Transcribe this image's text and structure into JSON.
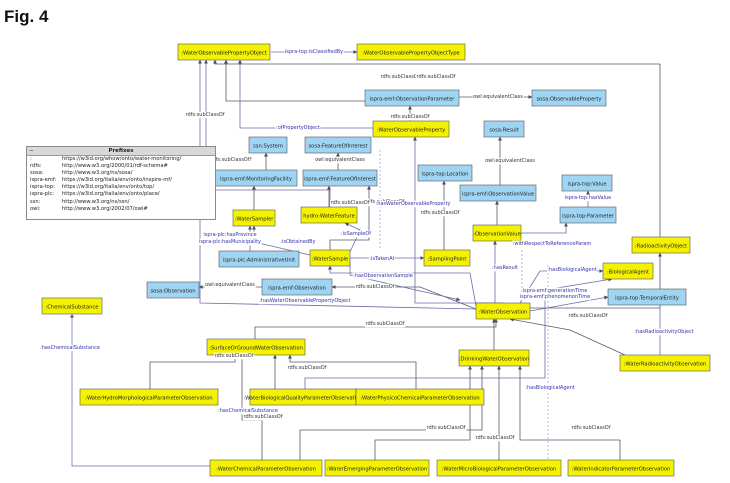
{
  "figure_label": "Fig. 4",
  "prefix_box": {
    "title": "Prefixes",
    "minimize_symbol": "−",
    "rows": [
      {
        "key": ":",
        "uri": "https://w3id.org/whow/onto/water-monitoring/"
      },
      {
        "key": "rdfs:",
        "uri": "http://www.w3.org/2000/01/rdf-schema#"
      },
      {
        "key": "sosa:",
        "uri": "http://www.w3.org/ns/sosa/"
      },
      {
        "key": "ispra-emf:",
        "uri": "https://w3id.org/italia/env/onto/inspire-mf/"
      },
      {
        "key": "ispra-top:",
        "uri": "https://w3id.org/italia/env/onto/top/"
      },
      {
        "key": "ispra-plc:",
        "uri": "https://w3id.org/italia/env/onto/place/"
      },
      {
        "key": "ssn:",
        "uri": "http://www.w3.org/ns/ssn/"
      },
      {
        "key": "owl:",
        "uri": "http://www.w3.org/2002/07/owl#"
      }
    ]
  },
  "colors": {
    "yellow_node": "#f4f200",
    "blue_node": "#9fd5f2",
    "node_border": "#555555",
    "edge": "#5a5a6a",
    "edge_label": "#333333",
    "property_label": "#3333aa"
  },
  "nodes": [
    {
      "id": "wopo",
      "label": ":WaterObservablePropertyObject",
      "kind": "yellow"
    },
    {
      "id": "wopot",
      "label": ":WaterObservablePropertyObjectType",
      "kind": "yellow"
    },
    {
      "id": "obsparam",
      "label": "ispra-emf:ObservationParameter",
      "kind": "blue"
    },
    {
      "id": "sosaop",
      "label": "sosa:ObservableProperty",
      "kind": "blue"
    },
    {
      "id": "wop",
      "label": ":WaterObservableProperty",
      "kind": "yellow"
    },
    {
      "id": "ssnsys",
      "label": "ssn:System",
      "kind": "blue"
    },
    {
      "id": "sosafoi",
      "label": "sosa:FeatureOfInterest",
      "kind": "blue"
    },
    {
      "id": "sosares",
      "label": "sosa:Result",
      "kind": "blue"
    },
    {
      "id": "monfac",
      "label": "ispra-emf:MonitoringFacility",
      "kind": "blue"
    },
    {
      "id": "emffoi",
      "label": "ispra-emf:FeatureOfInterest",
      "kind": "blue"
    },
    {
      "id": "toploc",
      "label": "ispra-top:Location",
      "kind": "blue"
    },
    {
      "id": "topval",
      "label": "ispra-top:Value",
      "kind": "blue"
    },
    {
      "id": "obsval",
      "label": "ispra-emf:ObservationValue",
      "kind": "blue"
    },
    {
      "id": "topparam",
      "label": "ispra-top:Parameter",
      "kind": "blue"
    },
    {
      "id": "wsampler",
      "label": ":WaterSampler",
      "kind": "yellow"
    },
    {
      "id": "hydro",
      "label": "hydro:WaterFeature",
      "kind": "yellow"
    },
    {
      "id": "adminunit",
      "label": "ispra-plc:AdministrativeUnit",
      "kind": "blue"
    },
    {
      "id": "wsample",
      "label": ":WaterSample",
      "kind": "yellow"
    },
    {
      "id": "spoint",
      "label": ":SamplingPoint",
      "kind": "yellow"
    },
    {
      "id": "obsvalue",
      "label": ":ObservationValue",
      "kind": "yellow"
    },
    {
      "id": "radobj",
      "label": ":RadioactivityObject",
      "kind": "yellow"
    },
    {
      "id": "bioagent",
      "label": ":BiologicalAgent",
      "kind": "yellow"
    },
    {
      "id": "sosaobs",
      "label": "sosa:Observation",
      "kind": "blue"
    },
    {
      "id": "emfobs",
      "label": "ispra-emf:Observation",
      "kind": "blue"
    },
    {
      "id": "chemsub",
      "label": ":ChemicalSubstance",
      "kind": "yellow"
    },
    {
      "id": "wobs",
      "label": ":WaterObservation",
      "kind": "yellow"
    },
    {
      "id": "temporal",
      "label": "ispra-top:TemporalEntity",
      "kind": "blue"
    },
    {
      "id": "sgwobs",
      "label": ":SurfaceOrGroundWaterObservation",
      "kind": "yellow"
    },
    {
      "id": "dwobs",
      "label": ":DrinkingWaterObservation",
      "kind": "yellow"
    },
    {
      "id": "wradobs",
      "label": ":WaterRadioactivityObservation",
      "kind": "yellow"
    },
    {
      "id": "hydromorph",
      "label": ":WaterHydroMorphologicalParameterObservation",
      "kind": "yellow"
    },
    {
      "id": "biolqual",
      "label": ":WaterBiologicalQualityParameterObservation",
      "kind": "yellow"
    },
    {
      "id": "physchem",
      "label": ":WaterPhysicoChemicalParameterObservation",
      "kind": "yellow"
    },
    {
      "id": "chemparam",
      "label": ":WaterChemicalParameterObservation",
      "kind": "yellow"
    },
    {
      "id": "emerging",
      "label": ":WaterEmergingParameterObservation",
      "kind": "yellow"
    },
    {
      "id": "microbio",
      "label": ":WaterMicroBiologicalParameterObservation",
      "kind": "yellow"
    },
    {
      "id": "indicator",
      "label": ":WaterIndicatorParameterObservation",
      "kind": "yellow"
    }
  ],
  "edge_labels": [
    {
      "id": "e1",
      "text": "ispra-top:isClassifiedBy",
      "kind": "prop"
    },
    {
      "id": "e2",
      "text": "rdfs:subClassOf",
      "kind": "plain"
    },
    {
      "id": "e3",
      "text": "rdfs:subClassOf",
      "kind": "plain"
    },
    {
      "id": "e4",
      "text": "owl:equivalentClass",
      "kind": "plain"
    },
    {
      "id": "e5",
      "text": "rdfs:subClassOf",
      "kind": "plain"
    },
    {
      "id": "e6",
      "text": "rdfs:subClassOf",
      "kind": "plain"
    },
    {
      "id": "e7",
      "text": ":ofPropertyObject",
      "kind": "prop"
    },
    {
      "id": "e8",
      "text": "rdfs:subClassOf",
      "kind": "plain"
    },
    {
      "id": "e9",
      "text": "owl:equivalentClass",
      "kind": "plain"
    },
    {
      "id": "e10",
      "text": "owl:equivalentClass",
      "kind": "plain"
    },
    {
      "id": "e11",
      "text": "ispra-top:hasValue",
      "kind": "prop"
    },
    {
      "id": "e12",
      "text": "rdfs:subClassOf",
      "kind": "plain"
    },
    {
      "id": "e13",
      "text": "rdfs:subClassOf",
      "kind": "plain"
    },
    {
      "id": "e14",
      "text": ":hasWaterObservableProperty",
      "kind": "prop"
    },
    {
      "id": "e15",
      "text": "rdfs:subClassOf",
      "kind": "plain"
    },
    {
      "id": "e16",
      "text": "ispra-plc:hasProvince",
      "kind": "prop"
    },
    {
      "id": "e17",
      "text": "ispra-plc:hasMunicipality",
      "kind": "prop"
    },
    {
      "id": "e18",
      "text": ":isObtainedBy",
      "kind": "prop"
    },
    {
      "id": "e19",
      "text": ":isSampleOf",
      "kind": "prop"
    },
    {
      "id": "e20",
      "text": ":isTakenAt",
      "kind": "prop"
    },
    {
      "id": "e21",
      "text": ":withRespectToReferenceParam",
      "kind": "prop"
    },
    {
      "id": "e22",
      "text": ":hasObservationSample",
      "kind": "prop"
    },
    {
      "id": "e23",
      "text": ":hasResult",
      "kind": "prop"
    },
    {
      "id": "e24",
      "text": ":hasBiologicalAgent",
      "kind": "prop"
    },
    {
      "id": "e25",
      "text": "owl:equivalentClass",
      "kind": "plain"
    },
    {
      "id": "e26",
      "text": "rdfs:subClassOf",
      "kind": "plain"
    },
    {
      "id": "e27",
      "text": ":hasWaterObservablePropertyObject",
      "kind": "prop"
    },
    {
      "id": "e28",
      "text": "ispra-emf:generationTime",
      "kind": "prop"
    },
    {
      "id": "e29",
      "text": "ispra-emf:phenomenonTime",
      "kind": "prop"
    },
    {
      "id": "e30",
      "text": "rdfs:subClassOf",
      "kind": "plain"
    },
    {
      "id": "e31",
      "text": ":hasRadioactivityObject",
      "kind": "prop"
    },
    {
      "id": "e32",
      "text": "rdfs:subClassOf",
      "kind": "plain"
    },
    {
      "id": "e33",
      "text": ":hasChemicalSubstance",
      "kind": "prop"
    },
    {
      "id": "e34",
      "text": "rdfs:subClassOf",
      "kind": "plain"
    },
    {
      "id": "e35",
      "text": "rdfs:subClassOf",
      "kind": "plain"
    },
    {
      "id": "e36",
      "text": "rdfs:subClassOf",
      "kind": "plain"
    },
    {
      "id": "e37",
      "text": ":hasBiologicalAgent",
      "kind": "prop"
    },
    {
      "id": "e38",
      "text": ":hasChemicalSubstance",
      "kind": "prop"
    },
    {
      "id": "e39",
      "text": "rdfs:subClassOf",
      "kind": "plain"
    },
    {
      "id": "e40",
      "text": "rdfs:subClassOf",
      "kind": "plain"
    },
    {
      "id": "e41",
      "text": "rdfs:subClassOf",
      "kind": "plain"
    },
    {
      "id": "e42",
      "text": "rdfs:subClassOf",
      "kind": "plain"
    }
  ]
}
